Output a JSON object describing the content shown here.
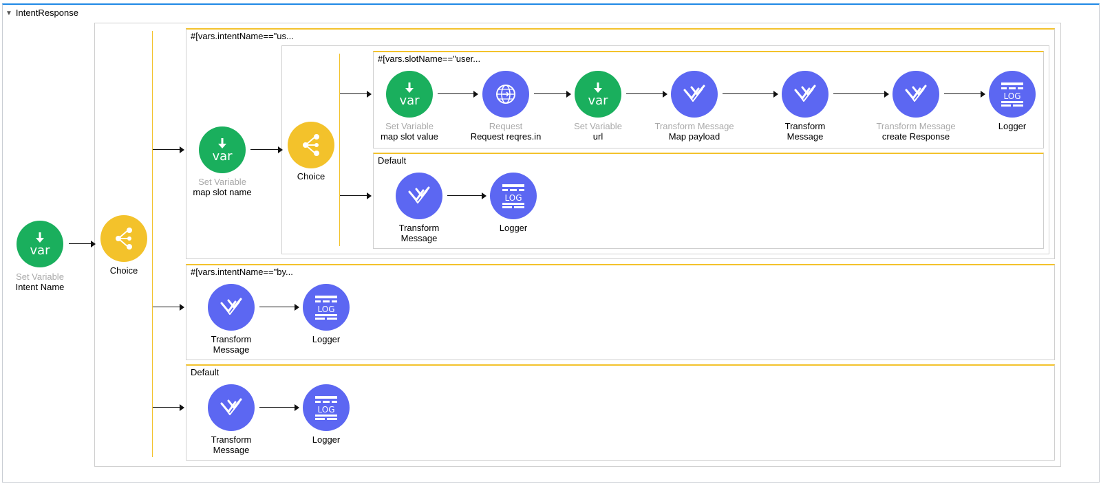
{
  "flow": {
    "title": "IntentResponse"
  },
  "nodes": {
    "set_intent": {
      "type": "Set Variable",
      "name": "Intent Name",
      "icon": "var-icon"
    },
    "choice_main": {
      "name": "Choice",
      "icon": "choice-icon"
    },
    "set_slot_name": {
      "type": "Set Variable",
      "name": "map slot name",
      "icon": "var-icon"
    },
    "choice_slot": {
      "name": "Choice",
      "icon": "choice-icon"
    },
    "set_slot_value": {
      "type": "Set Variable",
      "name": "map slot value",
      "icon": "var-icon"
    },
    "request": {
      "type": "Request",
      "name": "Request reqres.in",
      "icon": "globe-icon"
    },
    "set_url": {
      "type": "Set Variable",
      "name": "url",
      "icon": "var-icon"
    },
    "tm_map_payload": {
      "type": "Transform Message",
      "name": "Map payload",
      "icon": "transform-icon"
    },
    "tm_plain_1": {
      "line1": "Transform",
      "line2": "Message",
      "icon": "transform-icon"
    },
    "tm_create_resp": {
      "type": "Transform Message",
      "name": "create Response",
      "icon": "transform-icon"
    },
    "logger_1": {
      "name": "Logger",
      "icon": "logger-icon"
    },
    "tm_default_inner": {
      "line1": "Transform",
      "line2": "Message",
      "icon": "transform-icon"
    },
    "logger_default_inner": {
      "name": "Logger",
      "icon": "logger-icon"
    },
    "tm_route2": {
      "line1": "Transform",
      "line2": "Message",
      "icon": "transform-icon"
    },
    "logger_route2": {
      "name": "Logger",
      "icon": "logger-icon"
    },
    "tm_default_outer": {
      "line1": "Transform",
      "line2": "Message",
      "icon": "transform-icon"
    },
    "logger_default_outer": {
      "name": "Logger",
      "icon": "logger-icon"
    }
  },
  "routes": {
    "outer_1": "#[vars.intentName==\"us...",
    "inner_1": "#[vars.slotName==\"user...",
    "inner_default": "Default",
    "outer_2": "#[vars.intentName==\"by...",
    "outer_default": "Default"
  },
  "colors": {
    "accent": "#1e88e5",
    "var_green": "#1aaf5d",
    "choice_yellow": "#f3c22b",
    "processor_blue": "#5c67f2"
  }
}
